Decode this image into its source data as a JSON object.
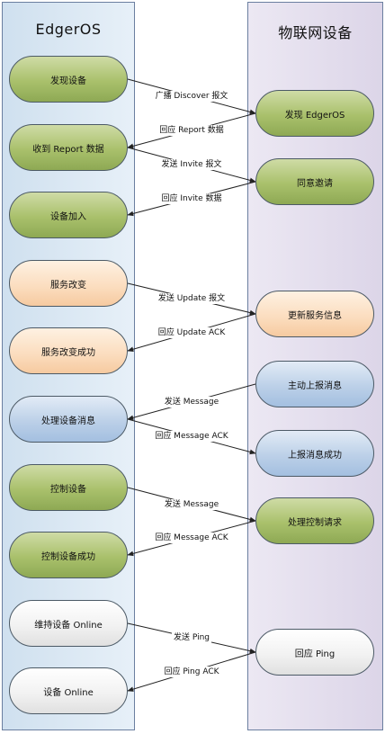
{
  "lanes": {
    "left_title": "EdgerOS",
    "right_title": "物联网设备"
  },
  "left_nodes": [
    {
      "id": "discover-device",
      "label": "发现设备",
      "color": "green"
    },
    {
      "id": "receive-report",
      "label": "收到 Report 数据",
      "color": "green"
    },
    {
      "id": "device-join",
      "label": "设备加入",
      "color": "green"
    },
    {
      "id": "service-change",
      "label": "服务改变",
      "color": "orange"
    },
    {
      "id": "service-change-success",
      "label": "服务改变成功",
      "color": "orange"
    },
    {
      "id": "process-device-message",
      "label": "处理设备消息",
      "color": "blue"
    },
    {
      "id": "control-device",
      "label": "控制设备",
      "color": "green"
    },
    {
      "id": "control-device-success",
      "label": "控制设备成功",
      "color": "green"
    },
    {
      "id": "keep-device-online",
      "label": "维持设备 Online",
      "color": "gray"
    },
    {
      "id": "device-online",
      "label": "设备 Online",
      "color": "gray"
    }
  ],
  "right_nodes": [
    {
      "id": "discover-edgeros",
      "label": "发现 EdgerOS",
      "color": "green"
    },
    {
      "id": "agree-invite",
      "label": "同意邀请",
      "color": "green"
    },
    {
      "id": "update-service-info",
      "label": "更新服务信息",
      "color": "orange"
    },
    {
      "id": "active-report-message",
      "label": "主动上报消息",
      "color": "blue"
    },
    {
      "id": "report-message-success",
      "label": "上报消息成功",
      "color": "blue"
    },
    {
      "id": "process-control-request",
      "label": "处理控制请求",
      "color": "green"
    },
    {
      "id": "respond-ping",
      "label": "回应 Ping",
      "color": "gray"
    }
  ],
  "messages": [
    {
      "label": "广播 Discover 报文",
      "direction": "to-right"
    },
    {
      "label": "回应 Report 数据",
      "direction": "to-left"
    },
    {
      "label": "发送 Invite 报文",
      "direction": "to-right"
    },
    {
      "label": "回应 Invite 数据",
      "direction": "to-left"
    },
    {
      "label": "发送 Update 报文",
      "direction": "to-right"
    },
    {
      "label": "回应 Update ACK",
      "direction": "to-left"
    },
    {
      "label": "发送 Message",
      "direction": "to-left"
    },
    {
      "label": "回应 Message ACK",
      "direction": "to-right"
    },
    {
      "label": "发送 Message",
      "direction": "to-right"
    },
    {
      "label": "回应 Message ACK",
      "direction": "to-left"
    },
    {
      "label": "发送 Ping",
      "direction": "to-right"
    },
    {
      "label": "回应 Ping ACK",
      "direction": "to-left"
    }
  ]
}
